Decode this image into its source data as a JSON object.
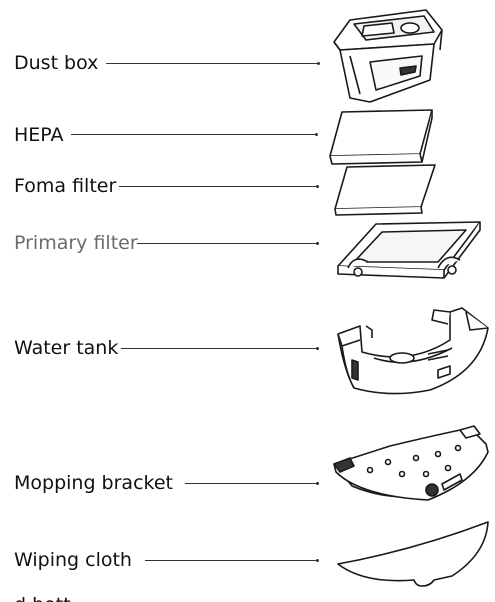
{
  "parts": [
    {
      "label": "Dust box",
      "icon": "dust-box-icon"
    },
    {
      "label": "HEPA",
      "icon": "hepa-filter-icon"
    },
    {
      "label": "Foma filter",
      "icon": "foam-filter-icon"
    },
    {
      "label": "Primary filter",
      "icon": "primary-filter-icon"
    },
    {
      "label": "Water tank",
      "icon": "water-tank-icon"
    },
    {
      "label": "Mopping bracket",
      "icon": "mopping-bracket-icon"
    },
    {
      "label": "Wiping cloth",
      "icon": "wiping-cloth-icon"
    }
  ],
  "truncated_label": "d bott",
  "colors": {
    "text": "#111111",
    "primary_filter_text": "#6b6b6b",
    "line": "#333333"
  }
}
